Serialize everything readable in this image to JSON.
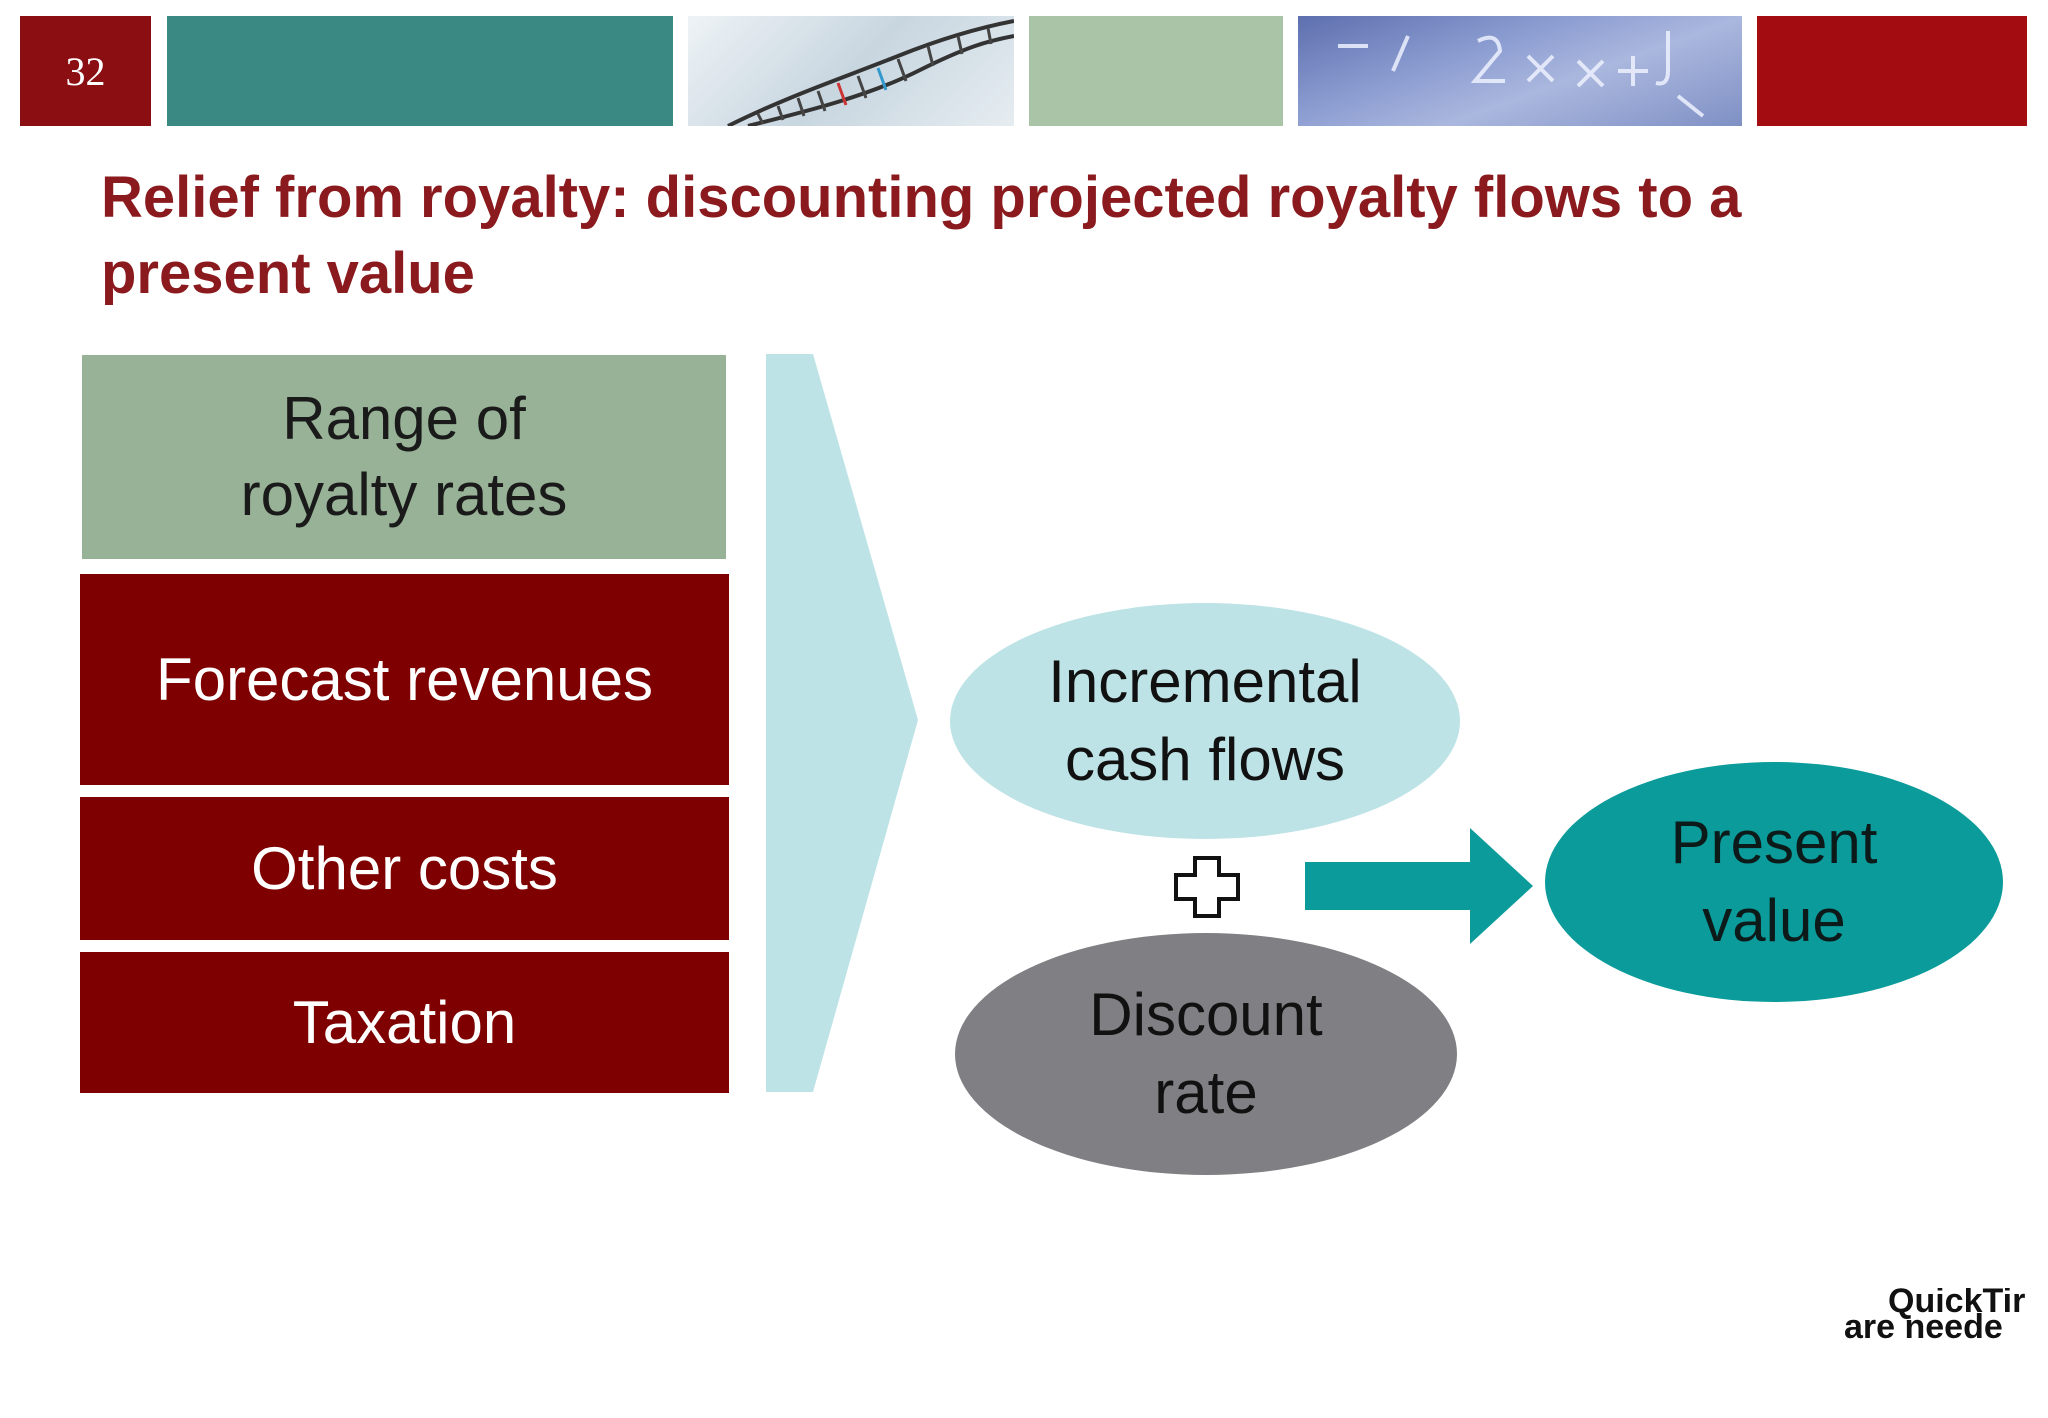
{
  "slide": {
    "number": "32",
    "title": "Relief from royalty: discounting projected royalty flows to a present value"
  },
  "inputs": {
    "royalty_rates_line1": "Range of",
    "royalty_rates_line2": "royalty rates",
    "forecast_revenues": "Forecast revenues",
    "other_costs": "Other costs",
    "taxation": "Taxation"
  },
  "cash_flows": {
    "line1": "Incremental",
    "line2": "cash flows"
  },
  "discount_rate": {
    "line1": "Discount",
    "line2": "rate"
  },
  "present_value": {
    "line1": "Present",
    "line2": "value"
  },
  "quicktime_notice": {
    "line1": "QuickTir",
    "line2": "are neede"
  },
  "colors": {
    "title": "#8b1a1e",
    "dark_red": "#7e0000",
    "sage_green": "#97b296",
    "light_cyan": "#bde3e6",
    "grey": "#807f83",
    "teal": "#0a9b9a"
  },
  "icons": [
    "plus-icon",
    "right-arrow-icon"
  ]
}
